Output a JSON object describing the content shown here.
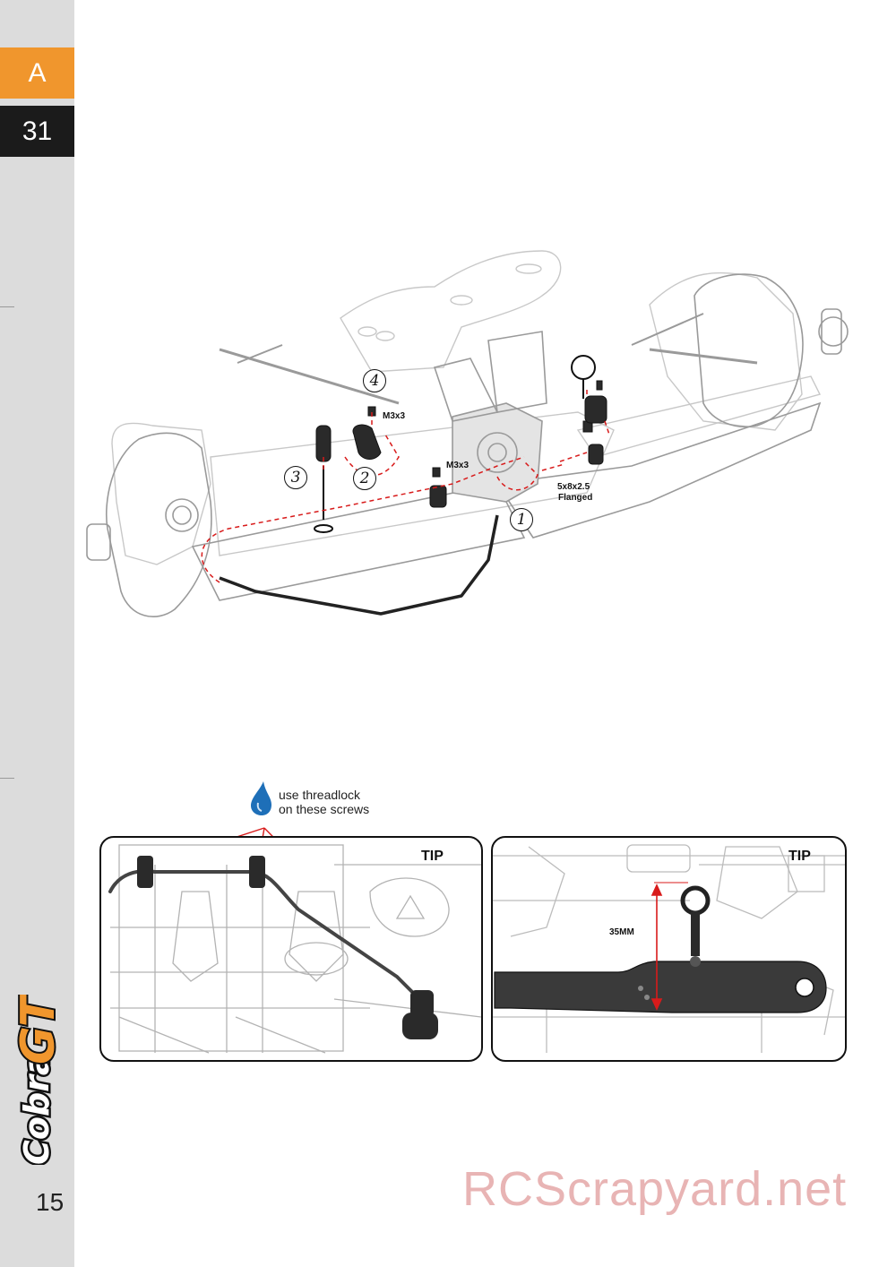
{
  "sidebar": {
    "section_label": "A",
    "step_number": "31",
    "page_number": "15",
    "logo_text": "CobraGT",
    "section_color": "#f0962d"
  },
  "main_figure": {
    "callouts": {
      "screw_a": "M3x3",
      "screw_b": "M3x3",
      "washer_line1": "5x8x2.5",
      "washer_line2": "Flanged"
    },
    "step_numbers": [
      "1",
      "2",
      "3",
      "4"
    ],
    "dashed_line_color": "#d81b1b"
  },
  "note": {
    "icon": "threadlock-drop-icon",
    "line1": "use threadlock",
    "line2": "on these screws"
  },
  "tip_left": {
    "label": "TIP"
  },
  "tip_right": {
    "label": "TIP",
    "dimension": "35MM"
  },
  "watermark": "RCScrapyard.net"
}
